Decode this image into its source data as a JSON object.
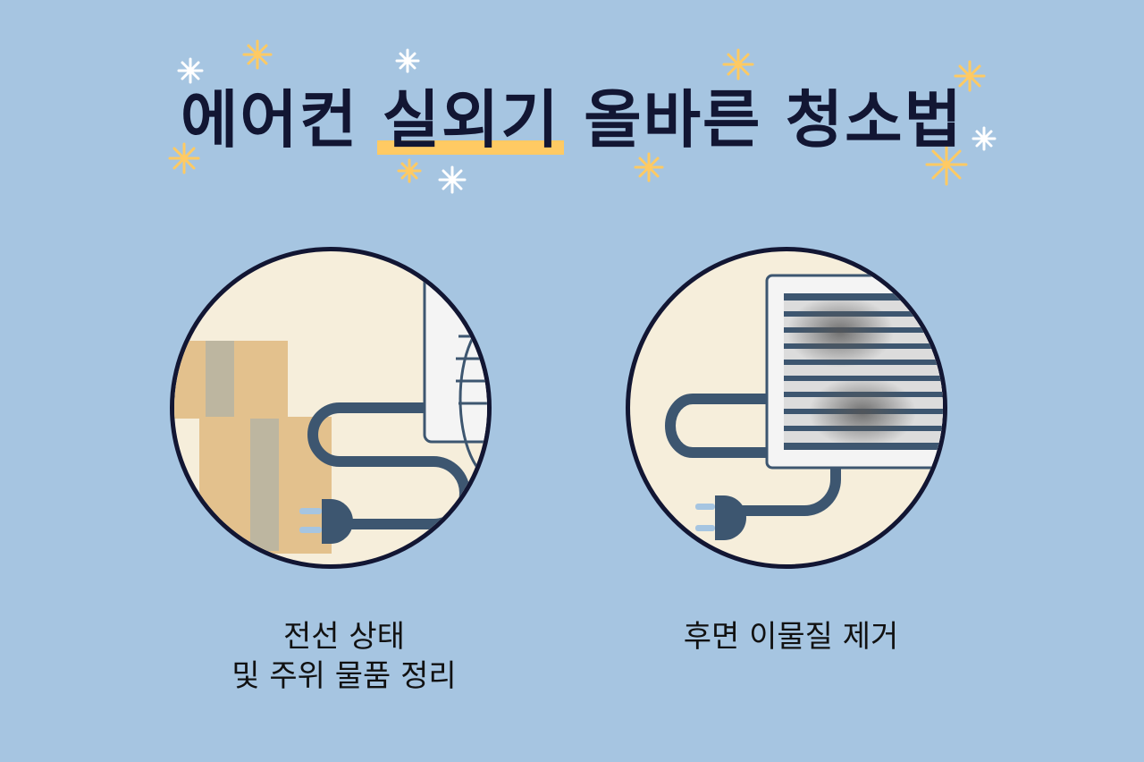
{
  "title": {
    "part1": "에어컨",
    "highlight": "실외기",
    "part2": "올바른 청소법"
  },
  "colors": {
    "background": "#a6c5e1",
    "title_text": "#121633",
    "highlight": "#ffca63",
    "circle_fill": "#f6eedb",
    "circle_border": "#121633",
    "cable": "#3d5670",
    "box": "#e3c18d",
    "tape": "#bdb6a0"
  },
  "steps": [
    {
      "caption_line1": "전선 상태",
      "caption_line2": "및 주위 물품 정리",
      "illustration": "boxes-and-cable"
    },
    {
      "caption_line1": "후면 이물질 제거",
      "caption_line2": "",
      "illustration": "dusty-grille"
    }
  ],
  "decorations": {
    "sparkles": [
      "sparkle-icon"
    ]
  }
}
